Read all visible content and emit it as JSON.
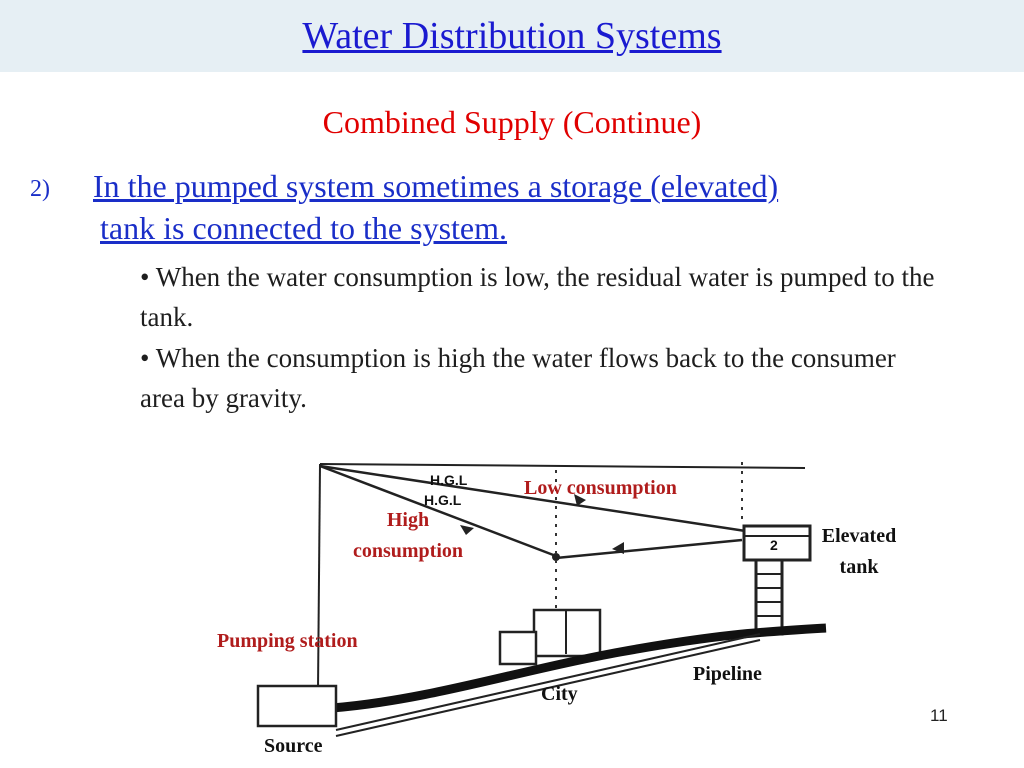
{
  "slide": {
    "title": "Water Distribution Systems",
    "subtitle": "Combined Supply (Continue)",
    "point_number": "2)",
    "point_line1": "In the pumped system sometimes a storage (elevated)",
    "point_line2": "tank is connected to the system.",
    "bullets": [
      "• When the water consumption is low, the residual water is pumped to the tank.",
      "• When the consumption is high the water flows back to the consumer area by gravity."
    ],
    "page_number": "11"
  },
  "diagram": {
    "hgl_top": "H.G.L",
    "hgl_bottom": "H.G.L",
    "tank_mark": "2",
    "low_consumption": "Low consumption",
    "high_consumption_1": "High",
    "high_consumption_2": "consumption",
    "elevated_tank_1": "Elevated",
    "elevated_tank_2": "tank",
    "pumping_station": "Pumping station",
    "pipeline": "Pipeline",
    "city": "City",
    "source": "Source"
  }
}
